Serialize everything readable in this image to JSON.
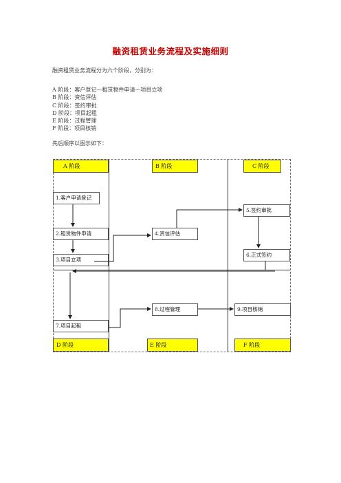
{
  "title": "融资租赁业务流程及实施细则",
  "intro": "融资租赁业务流程分为六个阶段，分别为：",
  "phases": [
    "A 阶段：客户登记—租赁物件申请—项目立项",
    "B 阶段：资信评估",
    "C 阶段：签约审批",
    "D 阶段：项目起租",
    "E 阶段：过程管理",
    "F 阶段：项目核销"
  ],
  "order_text": "先后顺序以图示如下：",
  "diagram": {
    "stage_tags": {
      "a": "A 阶段",
      "b": "B 阶段",
      "c": "C 阶段",
      "d": "D 阶段",
      "e": "E 阶段",
      "f": "F 阶段"
    },
    "steps": {
      "s1": "1.客户申请登记",
      "s2": "2.租赁物件申请",
      "s3": "3.项目立项",
      "s4": "4.资信评估",
      "s5": "5.签约审批",
      "s6": "6.正式签约",
      "s7": "7.项目起租",
      "s8": "8.过程管理",
      "s9": "9.项目核销"
    },
    "colors": {
      "stage_tag_fill": "#ffff00",
      "title": "#c00000"
    }
  }
}
